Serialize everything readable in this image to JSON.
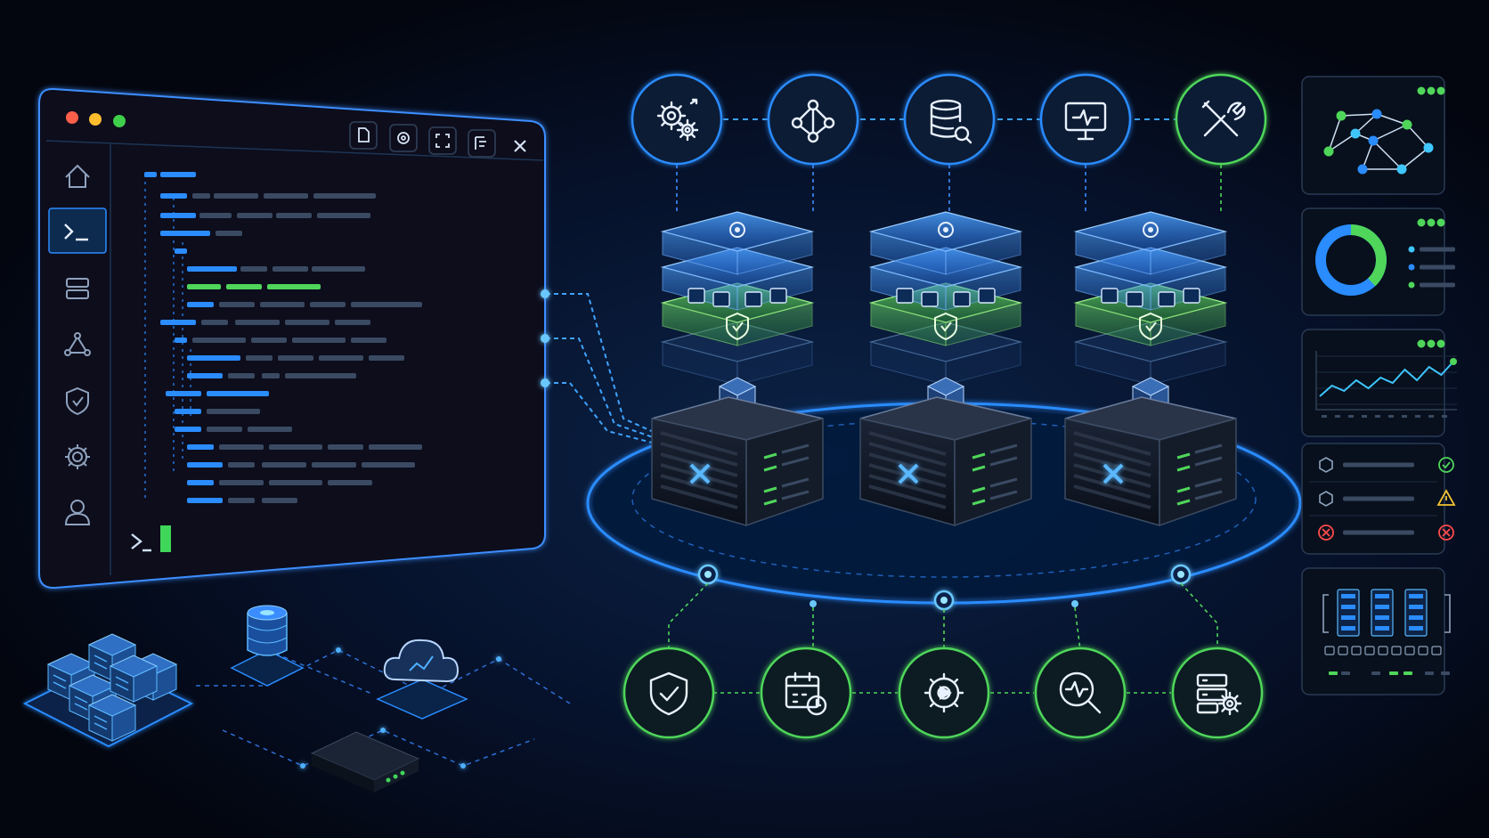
{
  "terminal": {
    "window_buttons": [
      "close-dot",
      "minimize-dot",
      "maximize-dot"
    ],
    "toolbar_icons": [
      "copy-icon",
      "settings-icon",
      "screenshot-icon",
      "split-view-icon",
      "close-icon"
    ],
    "sidebar_icons": [
      "home-icon",
      "terminal-icon",
      "server-icon",
      "network-icon",
      "shield-icon",
      "gear-icon",
      "user-icon"
    ],
    "active_sidebar_item": "terminal-icon",
    "prompt_symbol": ">_"
  },
  "top_services": [
    "gears-icon",
    "network-graph-icon",
    "database-search-icon",
    "monitor-icon",
    "tools-icon"
  ],
  "bottom_services": [
    "shield-check-icon",
    "calendar-clock-icon",
    "gear-play-icon",
    "search-pulse-icon",
    "server-gear-icon"
  ],
  "nodes": [
    {
      "layers": [
        "config-layer",
        "code-layer",
        "security-layer"
      ]
    },
    {
      "layers": [
        "config-layer",
        "code-layer",
        "security-layer"
      ]
    },
    {
      "layers": [
        "config-layer",
        "code-layer",
        "security-layer"
      ]
    }
  ],
  "dashboard_panels": [
    "network-topology-panel",
    "donut-chart-panel",
    "line-chart-panel",
    "status-list-panel",
    "server-rack-panel"
  ],
  "donut_fraction": 0.38,
  "status_list": [
    {
      "icon": "hex-icon",
      "state": "ok-icon"
    },
    {
      "icon": "hex-icon",
      "state": "warning-icon"
    },
    {
      "icon": "error-icon",
      "state": "error-icon"
    }
  ],
  "colors": {
    "background": "#040812",
    "blue": "#2a8cff",
    "cyan": "#3fc6ff",
    "green": "#4fd65a",
    "warning": "#f2c230",
    "error": "#ff4b4b"
  }
}
